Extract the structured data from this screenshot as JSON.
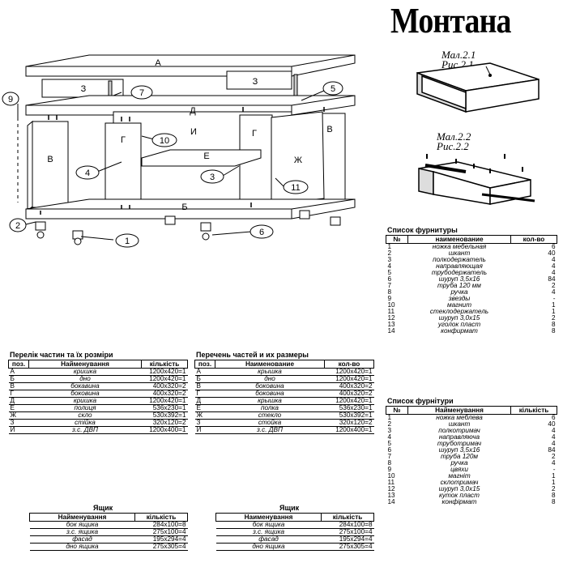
{
  "title": "Монтана",
  "drawing": {
    "labels": [
      "А",
      "З",
      "З",
      "Д",
      "И",
      "Г",
      "Г",
      "В",
      "В",
      "Е",
      "Ж",
      "Б"
    ],
    "callouts": [
      "1",
      "2",
      "3",
      "4",
      "5",
      "6",
      "7",
      "9",
      "10",
      "11"
    ]
  },
  "drawer_views": {
    "view1": {
      "line1": "Мал.2.1",
      "line2": "Рис.2.1"
    },
    "view2": {
      "line1": "Мал.2.2",
      "line2": "Рис.2.2"
    }
  },
  "parts_ua": {
    "title": "Перелік частин та їх розміри",
    "headers": [
      "поз.",
      "Найменування",
      "кількість"
    ],
    "rows": [
      [
        "А",
        "кришка",
        "1200x420=1"
      ],
      [
        "Б",
        "дно",
        "1200x420=1"
      ],
      [
        "В",
        "бокавина",
        "400x320=2"
      ],
      [
        "Г",
        "боковина",
        "400x320=2"
      ],
      [
        "Д",
        "кришка",
        "1200x420=1"
      ],
      [
        "Е",
        "полиця",
        "536x230=1"
      ],
      [
        "Ж",
        "скло",
        "530x392=1"
      ],
      [
        "З",
        "стійка",
        "320x120=2"
      ],
      [
        "И",
        "з.с. ДВП",
        "1200x400=1"
      ]
    ]
  },
  "parts_ru": {
    "title": "Перечень частей и их размеры",
    "headers": [
      "поз.",
      "Наименование",
      "кол-во"
    ],
    "rows": [
      [
        "А",
        "крышка",
        "1200x420=1"
      ],
      [
        "Б",
        "дно",
        "1200x420=1"
      ],
      [
        "В",
        "боковина",
        "400x320=2"
      ],
      [
        "Г",
        "боковина",
        "400x320=2"
      ],
      [
        "Д",
        "крышка",
        "1200x420=1"
      ],
      [
        "Е",
        "полка",
        "536x230=1"
      ],
      [
        "Ж",
        "стекло",
        "530x392=1"
      ],
      [
        "З",
        "стойка",
        "320x120=2"
      ],
      [
        "И",
        "з.с. ДВП",
        "1200x400=1"
      ]
    ]
  },
  "drawer_ua": {
    "title": "Ящик",
    "headers": [
      "Найменування",
      "кількість"
    ],
    "rows": [
      [
        "бок ящика",
        "284x100=8"
      ],
      [
        "з.с. ящика",
        "275x100=4"
      ],
      [
        "фасад",
        "195x294=4"
      ],
      [
        "дно ящика",
        "275x305=4"
      ]
    ]
  },
  "drawer_ru": {
    "title": "Ящик",
    "headers": [
      "Наименування",
      "кількість"
    ],
    "rows": [
      [
        "бок ящика",
        "284x100=8"
      ],
      [
        "з.с. ящика",
        "275x100=4"
      ],
      [
        "фасад",
        "195x294=4"
      ],
      [
        "дно ящика",
        "275x305=4"
      ]
    ]
  },
  "hardware_ru": {
    "title": "Список фурнитуры",
    "headers": [
      "№",
      "наименование",
      "кол-во"
    ],
    "rows": [
      [
        "1",
        "ножка мебельная",
        "6"
      ],
      [
        "2",
        "шкант",
        "40"
      ],
      [
        "3",
        "полкодержатель",
        "4"
      ],
      [
        "4",
        "направляющая",
        "4"
      ],
      [
        "5",
        "трубодержатель",
        "4"
      ],
      [
        "6",
        "шуруп 3,5х16",
        "84"
      ],
      [
        "7",
        "труба 120 мм",
        "2"
      ],
      [
        "8",
        "ручка",
        "4"
      ],
      [
        "9",
        "звезды",
        "-"
      ],
      [
        "10",
        "магнит",
        "1"
      ],
      [
        "11",
        "стеклодержатель",
        "1"
      ],
      [
        "12",
        "шуруп 3,0х15",
        "2"
      ],
      [
        "13",
        "уголок пласт",
        "8"
      ],
      [
        "14",
        "конфирмат",
        "8"
      ]
    ]
  },
  "hardware_ua": {
    "title": "Список фурнітури",
    "headers": [
      "№",
      "Найменування",
      "кількість"
    ],
    "rows": [
      [
        "1",
        "ножка меблева",
        "6"
      ],
      [
        "2",
        "шкант",
        "40"
      ],
      [
        "3",
        "полкотримач",
        "4"
      ],
      [
        "4",
        "направляюча",
        "4"
      ],
      [
        "5",
        "труботримач",
        "4"
      ],
      [
        "6",
        "шуруп 3,5х16",
        "84"
      ],
      [
        "7",
        "труба 120м",
        "2"
      ],
      [
        "8",
        "ручка",
        "4"
      ],
      [
        "9",
        "цвяхи",
        "-"
      ],
      [
        "10",
        "магніт",
        "1"
      ],
      [
        "11",
        "склотримач",
        "1"
      ],
      [
        "12",
        "шуруп 3,0х15",
        "2"
      ],
      [
        "13",
        "куток пласт",
        "8"
      ],
      [
        "14",
        "конфірмат",
        "8"
      ]
    ]
  }
}
